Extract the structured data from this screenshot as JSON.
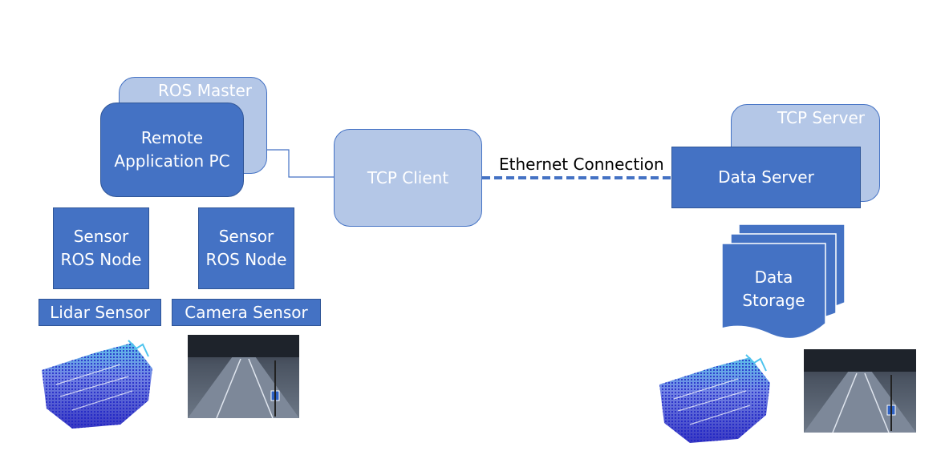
{
  "nodes": {
    "ros_master": "ROS Master",
    "remote_pc": "Remote\nApplication PC",
    "tcp_client": "TCP Client",
    "tcp_server": "TCP Server",
    "data_server": "Data Server",
    "sensor_node_1": "Sensor\nROS Node",
    "sensor_node_2": "Sensor\nROS Node",
    "lidar_sensor": "Lidar Sensor",
    "camera_sensor": "Camera Sensor",
    "data_storage": "Data\nStorage"
  },
  "edges": {
    "ethernet_label": "Ethernet Connection"
  },
  "colors": {
    "dark_fill": "#4472c4",
    "light_fill": "#b4c7e7",
    "line": "#4472c4"
  }
}
